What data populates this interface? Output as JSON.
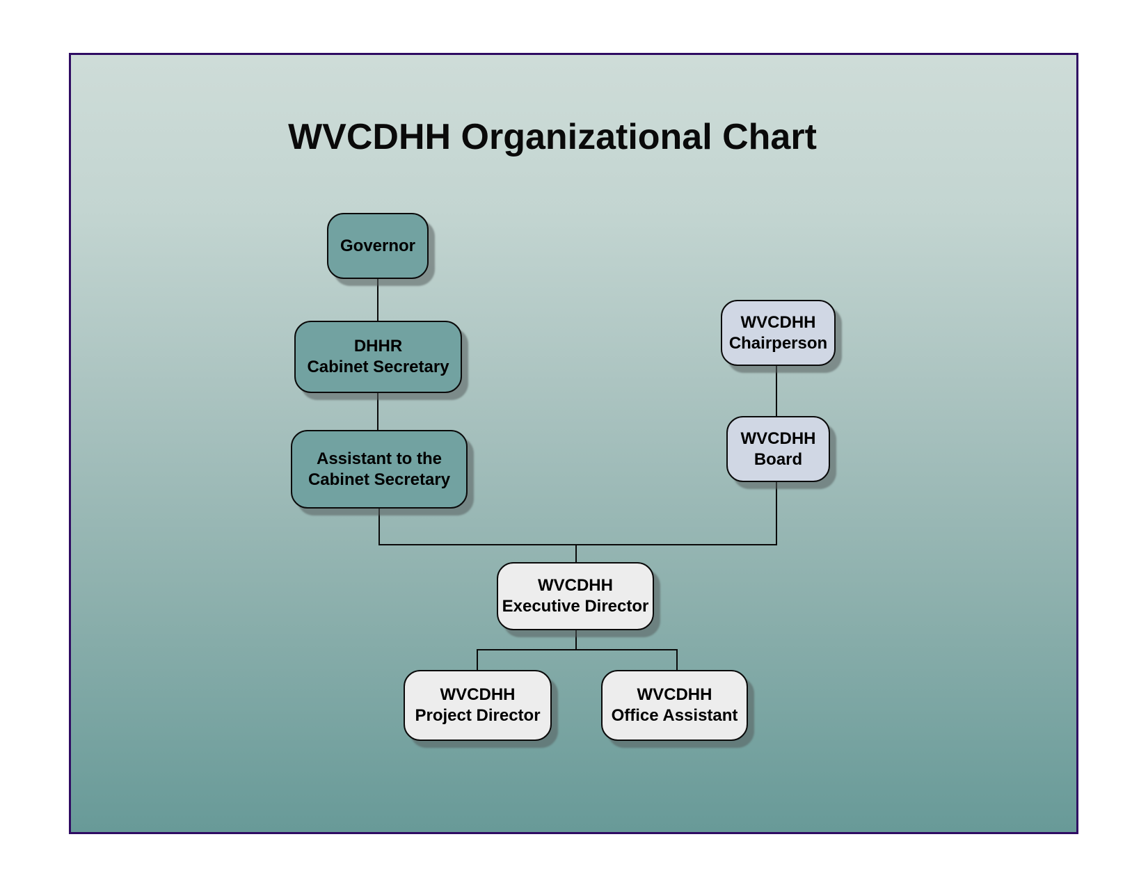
{
  "title": "WVCDHH Organizational Chart",
  "nodes": {
    "governor": {
      "label": "Governor"
    },
    "dhhr_cabinet_secretary": {
      "label": "DHHR\nCabinet Secretary"
    },
    "assistant_cabinet_secretary": {
      "label": "Assistant to the\nCabinet Secretary"
    },
    "wvcdhh_chairperson": {
      "label": "WVCDHH\nChairperson"
    },
    "wvcdhh_board": {
      "label": "WVCDHH\nBoard"
    },
    "wvcdhh_executive_director": {
      "label": "WVCDHH\nExecutive Director"
    },
    "wvcdhh_project_director": {
      "label": "WVCDHH\nProject Director"
    },
    "wvcdhh_office_assistant": {
      "label": "WVCDHH\nOffice Assistant"
    }
  },
  "relationships": [
    {
      "from": "Governor",
      "to": "DHHR Cabinet Secretary"
    },
    {
      "from": "DHHR Cabinet Secretary",
      "to": "Assistant to the Cabinet Secretary"
    },
    {
      "from": "WVCDHH Chairperson",
      "to": "WVCDHH Board"
    },
    {
      "from": "Assistant to the Cabinet Secretary",
      "to": "WVCDHH Executive Director"
    },
    {
      "from": "WVCDHH Board",
      "to": "WVCDHH Executive Director"
    },
    {
      "from": "WVCDHH Executive Director",
      "to": "WVCDHH Project Director"
    },
    {
      "from": "WVCDHH Executive Director",
      "to": "WVCDHH Office Assistant"
    }
  ],
  "colors": {
    "node_teal": "#72a2a1",
    "node_light_blue": "#d0d7e4",
    "node_light_gray": "#ededed",
    "node_border": "#0a0a0a",
    "connector_line": "#0a0a0a",
    "page_border": "#2f0c63",
    "background_top": "#cedcd8",
    "background_bottom": "#689a98",
    "outer_margin": "#ffffff"
  }
}
